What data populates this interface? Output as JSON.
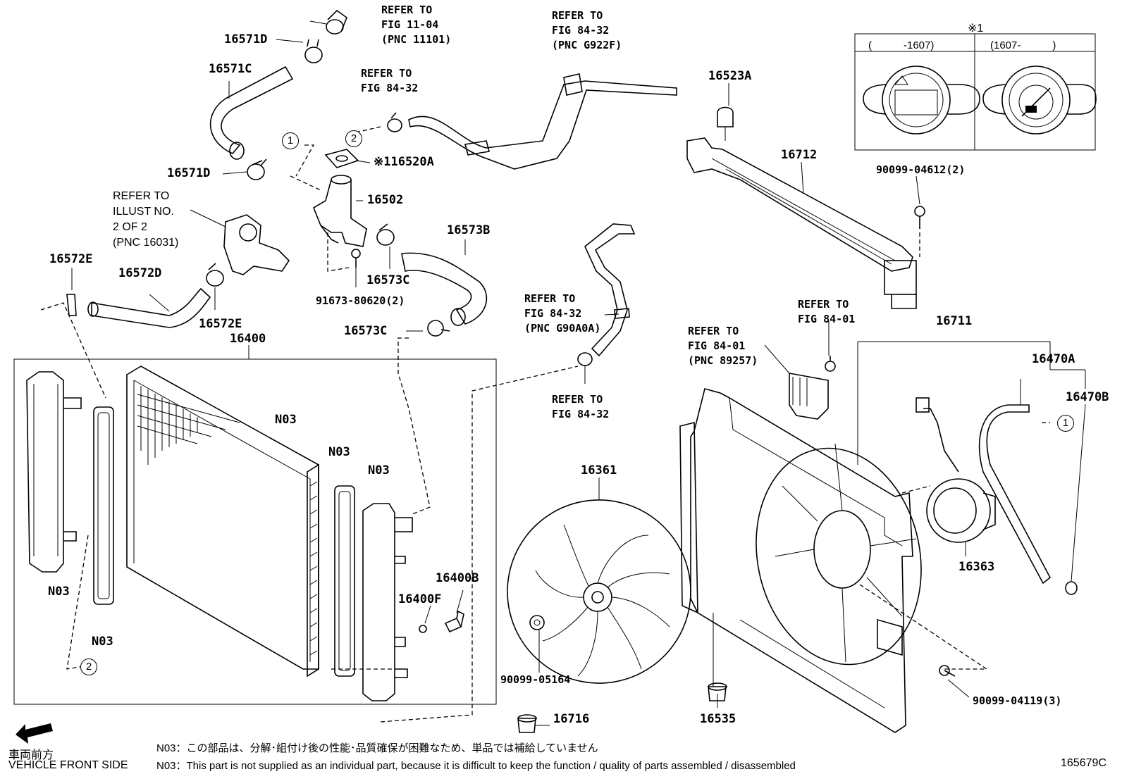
{
  "labels": {
    "p16571D_a": "16571D",
    "p16571C": "16571C",
    "p16571D_b": "16571D",
    "p16572E_a": "16572E",
    "p16572D": "16572D",
    "p16572E_b": "16572E",
    "p16400": "16400",
    "p16502": "16502",
    "p16520A": "※116520A",
    "p16573B": "16573B",
    "p16573C_a": "16573C",
    "p16573C_b": "16573C",
    "p91673": "91673-80620(2)",
    "p16523A": "16523A",
    "p16712": "16712",
    "p90099_04612": "90099-04612(2)",
    "p16711": "16711",
    "p16470A": "16470A",
    "p16470B": "16470B",
    "p16361": "16361",
    "p16363": "16363",
    "p16400B": "16400B",
    "p16400F": "16400F",
    "p90099_05164": "90099-05164",
    "p16716": "16716",
    "p16535": "16535",
    "p90099_04119": "90099-04119(3)",
    "n03_a": "N03",
    "n03_b": "N03",
    "n03_c": "N03",
    "n03_d": "N03",
    "n03_e": "N03"
  },
  "references": {
    "ref_fig_11_04": "REFER TO\nFIG 11-04\n(PNC 11101)",
    "ref_fig_84_32_g922f": "REFER TO\nFIG 84-32\n(PNC G922F)",
    "ref_fig_84_32_top": "REFER TO\nFIG 84-32",
    "ref_illust": "REFER TO\nILLUST NO.\n2 OF 2\n(PNC 16031)",
    "ref_fig_84_32_g90a0a": "REFER TO\nFIG 84-32\n(PNC G90A0A)",
    "ref_fig_84_32_bottom": "REFER TO\nFIG 84-32",
    "ref_fig_84_01_89257": "REFER TO\nFIG 84-01\n(PNC 89257)",
    "ref_fig_84_01": "REFER TO\nFIG 84-01"
  },
  "markers": {
    "one": "1",
    "two": "2"
  },
  "inset": {
    "mark": "※1",
    "col_left": "(　　　-1607)",
    "col_right": "(1607-　　　)"
  },
  "footer": {
    "direction_jp": "車両前方",
    "direction_en": "VEHICLE FRONT SIDE",
    "note_jp": "N03：この部品は、分解･組付け後の性能･品質確保が困難なため、単品では補給していません",
    "note_en": "N03：This part is not supplied as an individual part, because it is difficult to keep the function / quality of parts assembled / disassembled",
    "figure_id": "165679C"
  }
}
